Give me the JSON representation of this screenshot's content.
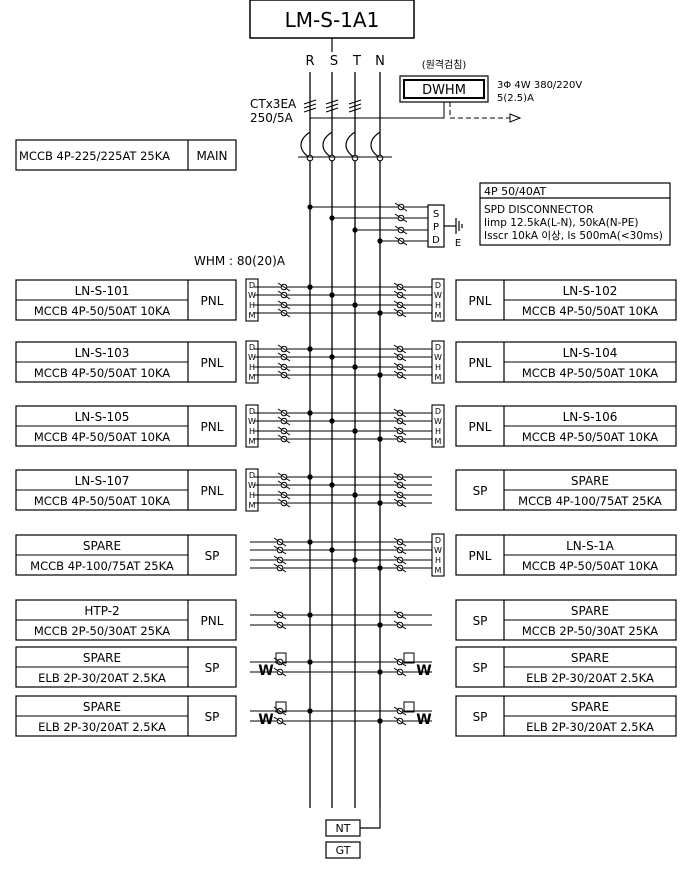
{
  "title": "LM-S-1A1",
  "phases": [
    "R",
    "S",
    "T",
    "N"
  ],
  "meter": {
    "note": "(원격검침)",
    "label": "DWHM",
    "spec_line1": "3Φ 4W 380/220V",
    "spec_line2": "5(2.5)A"
  },
  "ct": {
    "line1": "CTx3EA",
    "line2": "250/5A"
  },
  "main_breaker": {
    "rating": "MCCB 4P-225/225AT 25KA",
    "tag": "MAIN"
  },
  "spd": {
    "breaker": "4P 50/40AT",
    "line1": "SPD DISCONNECTOR",
    "line2": "Iimp 12.5kA(L-N), 50kA(N-PE)",
    "line3": "Isscr 10kA 이상, Is 500mA(<30ms)",
    "box_letters": [
      "S",
      "P",
      "D"
    ],
    "earth_label": "E"
  },
  "whm_note": "WHM : 80(20)A",
  "dwhm_letters": [
    "D",
    "W",
    "H",
    "M"
  ],
  "feeders_left": [
    {
      "name": "LN-S-101",
      "rating": "MCCB 4P-50/50AT 10KA",
      "tag": "PNL"
    },
    {
      "name": "LN-S-103",
      "rating": "MCCB 4P-50/50AT 10KA",
      "tag": "PNL"
    },
    {
      "name": "LN-S-105",
      "rating": "MCCB 4P-50/50AT 10KA",
      "tag": "PNL"
    },
    {
      "name": "LN-S-107",
      "rating": "MCCB 4P-50/50AT 10KA",
      "tag": "PNL"
    },
    {
      "name": "SPARE",
      "rating": "MCCB 4P-100/75AT 25KA",
      "tag": "SP"
    },
    {
      "name": "HTP-2",
      "rating": "MCCB 2P-50/30AT 25KA",
      "tag": "PNL"
    },
    {
      "name": "SPARE",
      "rating": "ELB 2P-30/20AT 2.5KA",
      "tag": "SP"
    },
    {
      "name": "SPARE",
      "rating": "ELB 2P-30/20AT 2.5KA",
      "tag": "SP"
    }
  ],
  "feeders_right": [
    {
      "name": "LN-S-102",
      "rating": "MCCB 4P-50/50AT 10KA",
      "tag": "PNL"
    },
    {
      "name": "LN-S-104",
      "rating": "MCCB 4P-50/50AT 10KA",
      "tag": "PNL"
    },
    {
      "name": "LN-S-106",
      "rating": "MCCB 4P-50/50AT 10KA",
      "tag": "PNL"
    },
    {
      "name": "SPARE",
      "rating": "MCCB 4P-100/75AT 25KA",
      "tag": "SP"
    },
    {
      "name": "LN-S-1A",
      "rating": "MCCB 4P-50/50AT 10KA",
      "tag": "PNL"
    },
    {
      "name": "SPARE",
      "rating": "MCCB 2P-50/30AT 25KA",
      "tag": "SP"
    },
    {
      "name": "SPARE",
      "rating": "ELB 2P-30/20AT 2.5KA",
      "tag": "SP"
    },
    {
      "name": "SPARE",
      "rating": "ELB 2P-30/20AT 2.5KA",
      "tag": "SP"
    }
  ],
  "bottom": {
    "nt": "NT",
    "gt": "GT"
  }
}
